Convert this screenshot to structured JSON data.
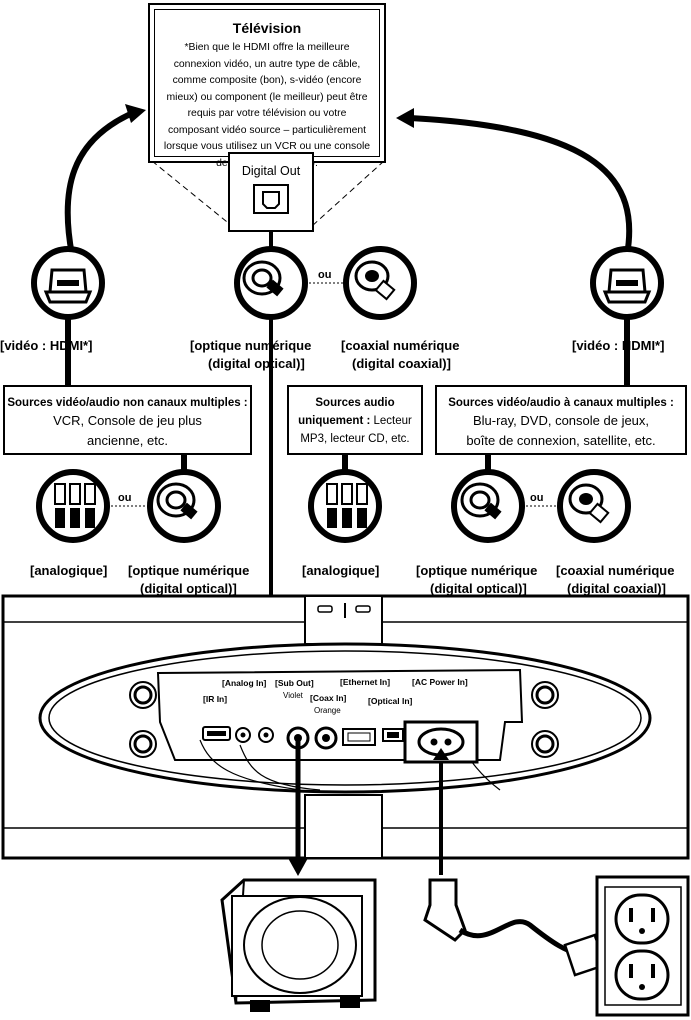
{
  "television": {
    "title": "Télévision",
    "note": "*Bien que le HDMI offre la meilleure connexion vidéo, un autre type de câble, comme composite (bon), s-vidéo (encore mieux) ou component (le meilleur) peut être requis par votre télévision ou votre composant vidéo source – particulièrement lorsque vous utilisez un VCR ou une console de jeu plus ancienne).",
    "digital_out": "Digital Out"
  },
  "top_labels": {
    "hdmi_left": "[vidéo : HDMI*]",
    "optical_line1": "[optique numérique",
    "optical_line2": "(digital optical)]",
    "coaxial_line1": "[coaxial numérique",
    "coaxial_line2": "(digital coaxial)]",
    "hdmi_right": "[vidéo : HDMI*]",
    "ou": "ou"
  },
  "sources": {
    "left": {
      "title": "Sources vidéo/audio non canaux multiples :",
      "body_line1": "VCR, Console de jeu plus",
      "body_line2": "ancienne, etc."
    },
    "middle": {
      "title_line1": "Sources audio",
      "title_line2": "uniquement :",
      "body_inline": "Lecteur",
      "body_line3": "MP3, lecteur CD, etc."
    },
    "right": {
      "title": "Sources vidéo/audio à canaux multiples :",
      "body_line1": "Blu-ray, DVD, console de jeux,",
      "body_line2": "boîte de connexion, satellite, etc."
    }
  },
  "lower_labels": {
    "analog_left": "[analogique]",
    "optical_left_line1": "[optique numérique",
    "optical_left_line2": "(digital optical)]",
    "analog_mid": "[analogique]",
    "optical_right_line1": "[optique numérique",
    "optical_right_line2": "(digital optical)]",
    "coaxial_right_line1": "[coaxial numérique",
    "coaxial_right_line2": "(digital coaxial)]",
    "ou": "ou"
  },
  "ports": {
    "analog_in": "[Analog In]",
    "ir_in": "[IR In]",
    "sub_out": "[Sub Out]",
    "sub_out_color": "Violet",
    "coax_in": "[Coax In]",
    "coax_in_color": "Orange",
    "ethernet_in": "[Ethernet In]",
    "optical_in": "[Optical In]",
    "ac_power_in": "[AC Power In]"
  }
}
